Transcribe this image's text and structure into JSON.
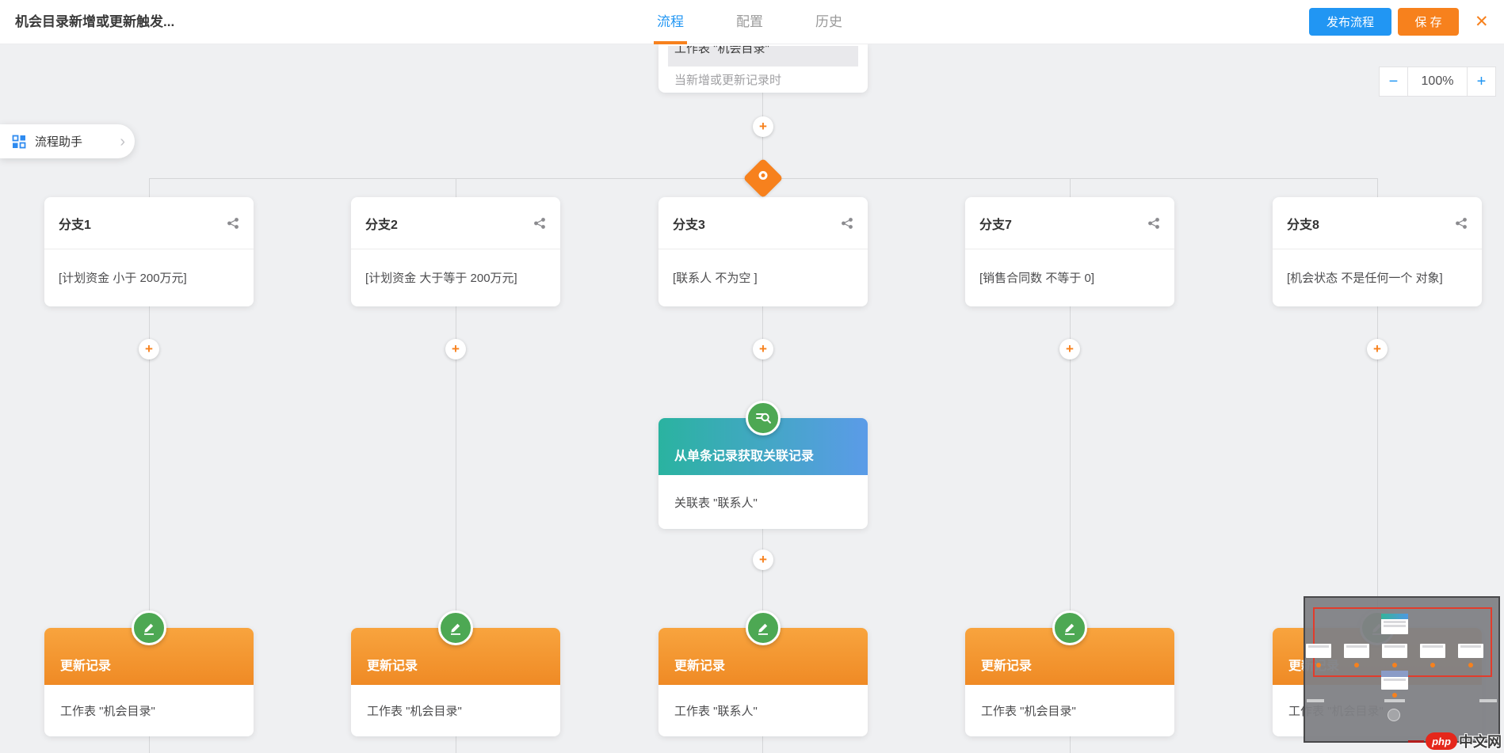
{
  "topbar": {
    "title": "机会目录新增或更新触发...",
    "tabs": [
      {
        "label": "流程",
        "active": true
      },
      {
        "label": "配置",
        "active": false
      },
      {
        "label": "历史",
        "active": false
      }
    ],
    "publish_label": "发布流程",
    "save_label": "保 存",
    "close_glyph": "✕"
  },
  "zoom_control": {
    "minus_glyph": "−",
    "level": "100%",
    "plus_glyph": "+"
  },
  "assistant": {
    "label": "流程助手",
    "chevron_glyph": "›"
  },
  "trigger_node": {
    "clipped_text": "工作表 \"机会目录\"",
    "subtitle": "当新增或更新记录时"
  },
  "plus_glyph": "+",
  "branches": [
    {
      "title": "分支1",
      "condition": "[计划资金 小于 200万元]"
    },
    {
      "title": "分支2",
      "condition": "[计划资金 大于等于 200万元]"
    },
    {
      "title": "分支3",
      "condition": "[联系人 不为空 ]"
    },
    {
      "title": "分支7",
      "condition": "[销售合同数 不等于 0]"
    },
    {
      "title": "分支8",
      "condition": "[机会状态 不是任何一个 对象]"
    }
  ],
  "relation_node": {
    "title": "从单条记录获取关联记录",
    "body": "关联表 \"联系人\""
  },
  "update_nodes": [
    {
      "title": "更新记录",
      "body": "工作表 \"机会目录\""
    },
    {
      "title": "更新记录",
      "body": "工作表 \"机会目录\""
    },
    {
      "title": "更新记录",
      "body": "工作表 \"联系人\""
    },
    {
      "title": "更新记录",
      "body": "工作表 \"机会目录\""
    },
    {
      "title": "更新记录",
      "body": "工作表 \"机会目录\""
    }
  ],
  "watermark": {
    "badge": "php",
    "text": "中文网"
  },
  "colors": {
    "accent_blue": "#2196f3",
    "accent_orange": "#f7811d",
    "node_green": "#4da853",
    "relation_teal": "#2ab3a0",
    "relation_blue": "#5b9be8",
    "update_orange_light": "#f8a43e",
    "update_orange_dark": "#ef8a25",
    "minimap_red": "#e23c2c"
  }
}
